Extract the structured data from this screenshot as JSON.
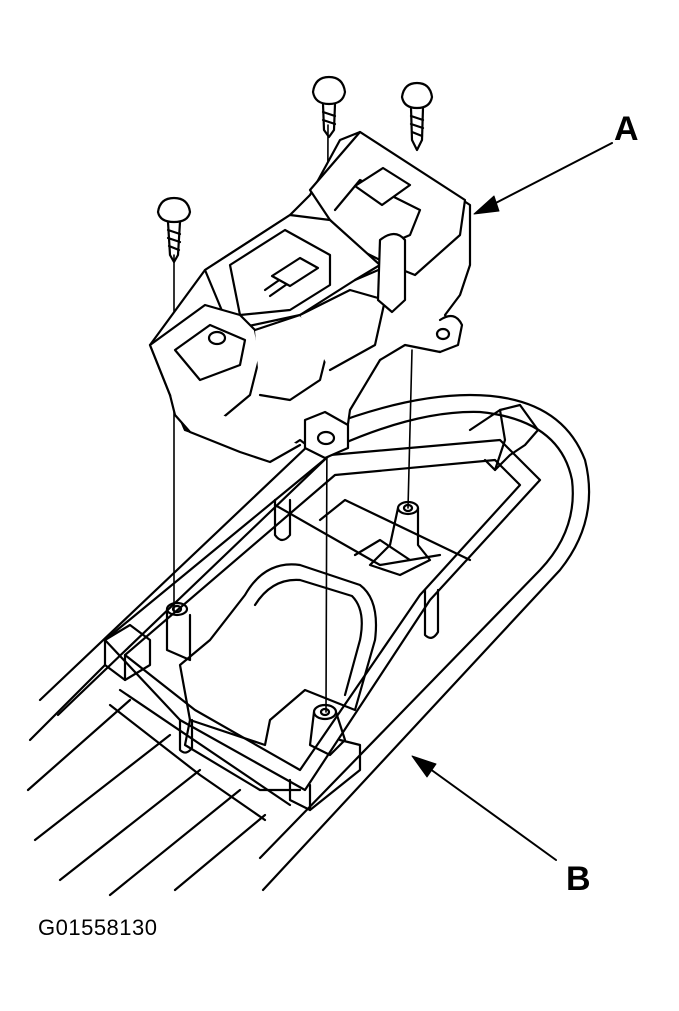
{
  "diagram": {
    "callout_a": "A",
    "callout_b": "B",
    "figure_code": "G01558130",
    "line_color": "#000000",
    "background_color": "#ffffff"
  }
}
